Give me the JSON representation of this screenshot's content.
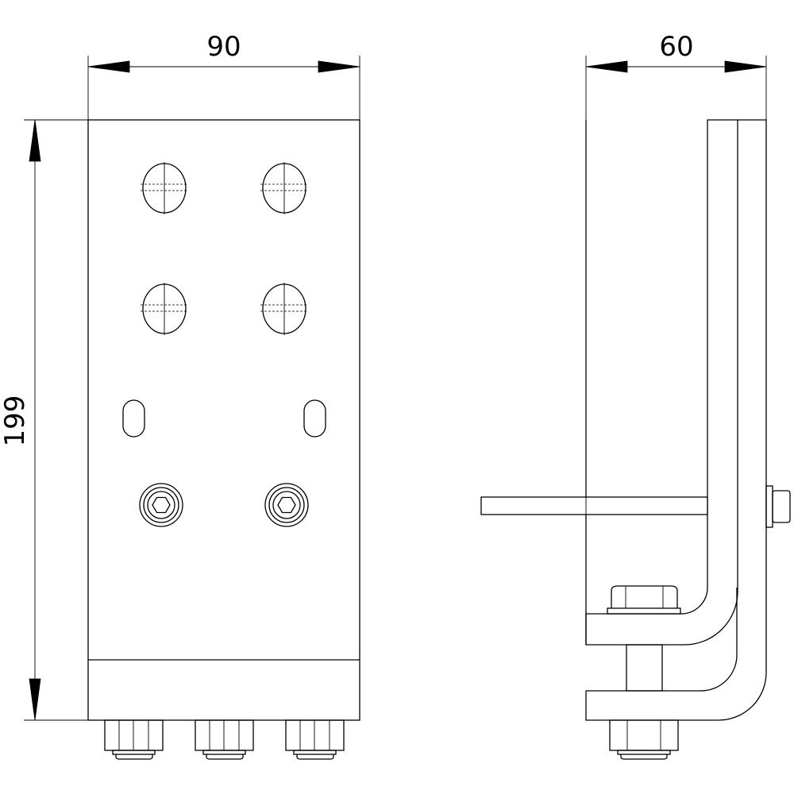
{
  "drawing": {
    "dimensions": {
      "front_width": "90",
      "front_height": "199",
      "side_width": "60"
    },
    "colors": {
      "line": "#000000",
      "background": "#ffffff"
    }
  }
}
